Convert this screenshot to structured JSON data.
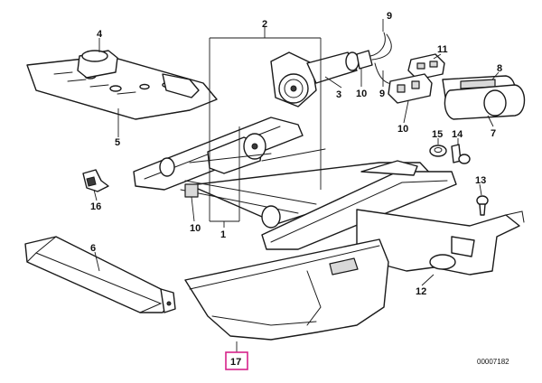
{
  "diagram_ref": "00007182",
  "highlight_color": "#d6228a",
  "callouts": [
    {
      "id": "c1",
      "label": "1"
    },
    {
      "id": "c2",
      "label": "2"
    },
    {
      "id": "c3",
      "label": "3"
    },
    {
      "id": "c4",
      "label": "4"
    },
    {
      "id": "c5",
      "label": "5"
    },
    {
      "id": "c6",
      "label": "6"
    },
    {
      "id": "c7",
      "label": "7"
    },
    {
      "id": "c8",
      "label": "8"
    },
    {
      "id": "c9a",
      "label": "9"
    },
    {
      "id": "c9b",
      "label": "9"
    },
    {
      "id": "c10a",
      "label": "10"
    },
    {
      "id": "c10b",
      "label": "10"
    },
    {
      "id": "c10c",
      "label": "10"
    },
    {
      "id": "c11",
      "label": "11"
    },
    {
      "id": "c12",
      "label": "12"
    },
    {
      "id": "c13",
      "label": "13"
    },
    {
      "id": "c14",
      "label": "14"
    },
    {
      "id": "c15",
      "label": "15"
    },
    {
      "id": "c16",
      "label": "16"
    },
    {
      "id": "c17",
      "label": "17"
    }
  ]
}
